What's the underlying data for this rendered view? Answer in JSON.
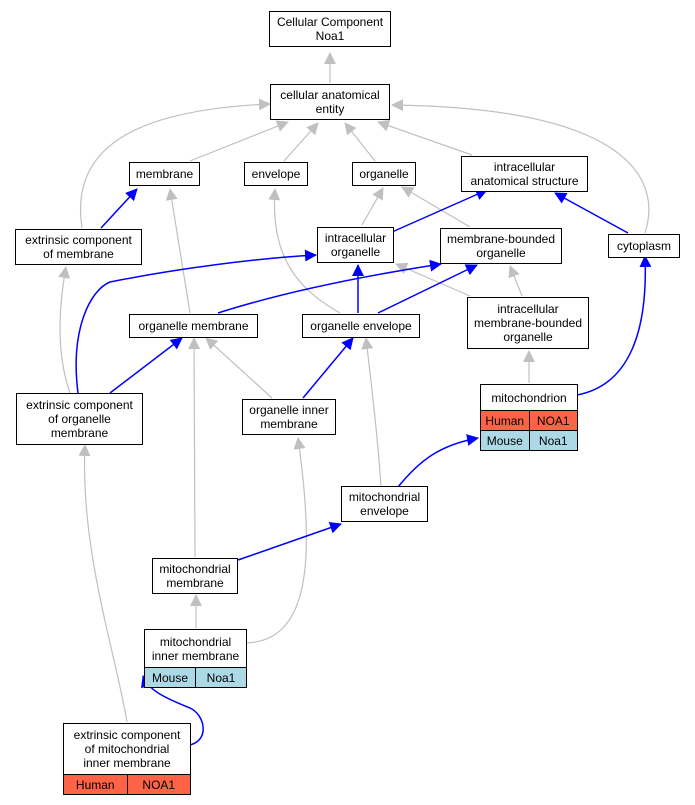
{
  "nodes": {
    "root": [
      "Cellular Component",
      "Noa1"
    ],
    "cae": [
      "cellular anatomical",
      "entity"
    ],
    "membrane": [
      "membrane"
    ],
    "envelope": [
      "envelope"
    ],
    "organelle": [
      "organelle"
    ],
    "ias": [
      "intracellular",
      "anatomical structure"
    ],
    "ecm": [
      "extrinsic component",
      "of membrane"
    ],
    "io": [
      "intracellular",
      "organelle"
    ],
    "mbo": [
      "membrane-bounded",
      "organelle"
    ],
    "cytoplasm": [
      "cytoplasm"
    ],
    "om": [
      "organelle membrane"
    ],
    "oe": [
      "organelle envelope"
    ],
    "imbo": [
      "intracellular",
      "membrane-bounded",
      "organelle"
    ],
    "mito": [
      "mitochondrion"
    ],
    "ecom": [
      "extrinsic component",
      "of organelle",
      "membrane"
    ],
    "oim": [
      "organelle inner",
      "membrane"
    ],
    "me": [
      "mitochondrial",
      "envelope"
    ],
    "mm": [
      "mitochondrial",
      "membrane"
    ],
    "mim": [
      "mitochondrial",
      "inner membrane"
    ],
    "ecmim": [
      "extrinsic component",
      "of mitochondrial",
      "inner membrane"
    ]
  },
  "annotations": {
    "mito": [
      [
        "Human",
        "NOA1"
      ],
      [
        "Mouse",
        "Noa1"
      ]
    ],
    "mim": [
      [
        "Mouse",
        "Noa1"
      ]
    ],
    "ecmim": [
      [
        "Human",
        "NOA1"
      ]
    ]
  },
  "colors": {
    "is_a_edge": "#c0c0c0",
    "part_of_edge": "#0000ff",
    "human_row": "#ff6347",
    "mouse_row": "#add8e6"
  }
}
